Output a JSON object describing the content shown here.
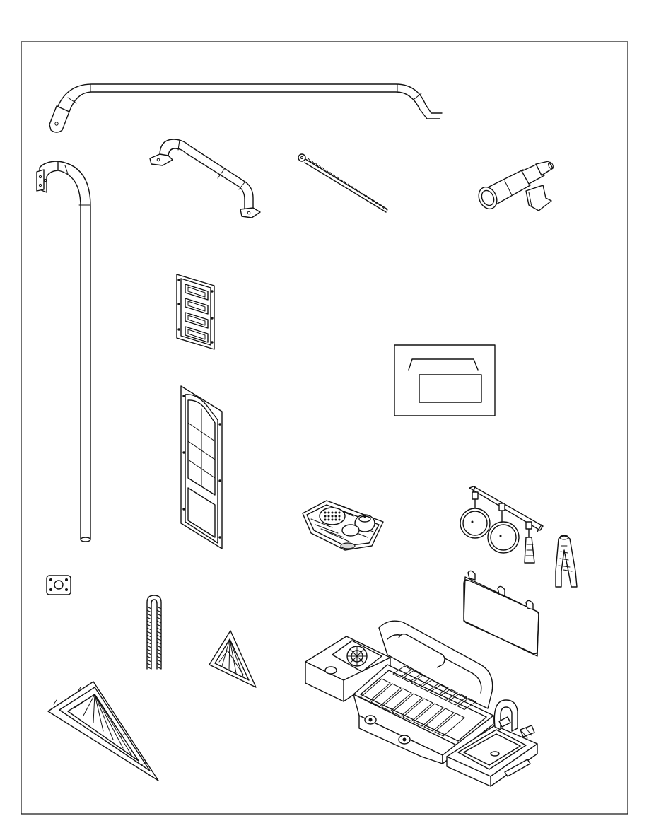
{
  "page": {
    "background": "#ffffff",
    "line_color": "#111111"
  },
  "parts": [
    {
      "id": "top-arch-bar",
      "icon": "curved-tube-bar"
    },
    {
      "id": "tall-post",
      "icon": "bent-tube-post"
    },
    {
      "id": "grab-handle",
      "icon": "tube-handle"
    },
    {
      "id": "twisted-rod",
      "icon": "eyelet-rod"
    },
    {
      "id": "telescope",
      "icon": "toy-telescope"
    },
    {
      "id": "small-window-panel",
      "icon": "window-panel"
    },
    {
      "id": "label-frame",
      "icon": "bracket-over-box"
    },
    {
      "id": "arched-door-panel",
      "icon": "arched-door"
    },
    {
      "id": "food-basket",
      "icon": "food-tray"
    },
    {
      "id": "pan-rack",
      "icon": "hanging-pans-rack"
    },
    {
      "id": "tongs",
      "icon": "bbq-tongs"
    },
    {
      "id": "menu-board",
      "icon": "hanging-board"
    },
    {
      "id": "mount-plate",
      "icon": "square-plate"
    },
    {
      "id": "u-bolt",
      "icon": "threaded-u-bolt"
    },
    {
      "id": "small-gable",
      "icon": "triangle-vent"
    },
    {
      "id": "large-gable",
      "icon": "triangle-sunburst-panel"
    },
    {
      "id": "play-kitchen",
      "icon": "grill-sink-kitchen"
    }
  ]
}
